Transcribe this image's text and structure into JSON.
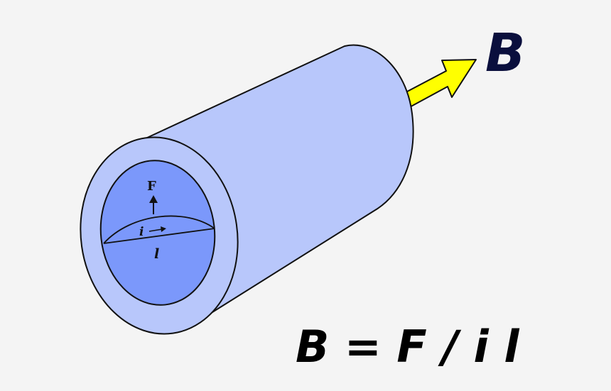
{
  "labels": {
    "field_vector": "B",
    "force": "F",
    "current": "i",
    "length": "l",
    "equation": "B = F / i l"
  },
  "colors": {
    "background": "#f4f4f4",
    "cylinder_body": "#b8c7fb",
    "cylinder_inner": "#7b98fb",
    "outline": "#111111",
    "arrow_fill": "#ffff00",
    "field_label": "#0a0f3d",
    "equation_text": "#000000"
  }
}
